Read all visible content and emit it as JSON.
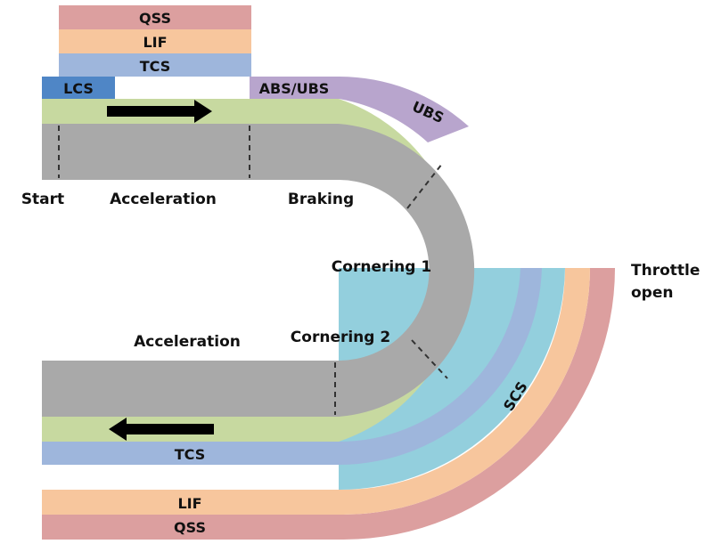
{
  "colors": {
    "track": "#a9a9a9",
    "green": "#c7d9a0",
    "tcs": "#9eb6dc",
    "lif": "#f7c69d",
    "qss": "#dc9f9f",
    "lcs": "#4f86c6",
    "ubs": "#b8a5cd",
    "scs": "#93cfdd",
    "arrow": "#000000"
  },
  "top_legend": {
    "qss": "QSS",
    "lif": "LIF",
    "tcs": "TCS"
  },
  "systems": {
    "lcs": "LCS",
    "abs_ubs": "ABS/UBS",
    "ubs": "UBS",
    "scs": "SCS"
  },
  "phases": {
    "start": "Start",
    "acceleration_top": "Acceleration",
    "braking": "Braking",
    "cornering1": "Cornering 1",
    "cornering2": "Cornering 2",
    "acceleration_bottom": "Acceleration",
    "throttle_open_1": "Throttle",
    "throttle_open_2": "open"
  },
  "bottom_bands": {
    "tcs": "TCS",
    "lif": "LIF",
    "qss": "QSS"
  }
}
